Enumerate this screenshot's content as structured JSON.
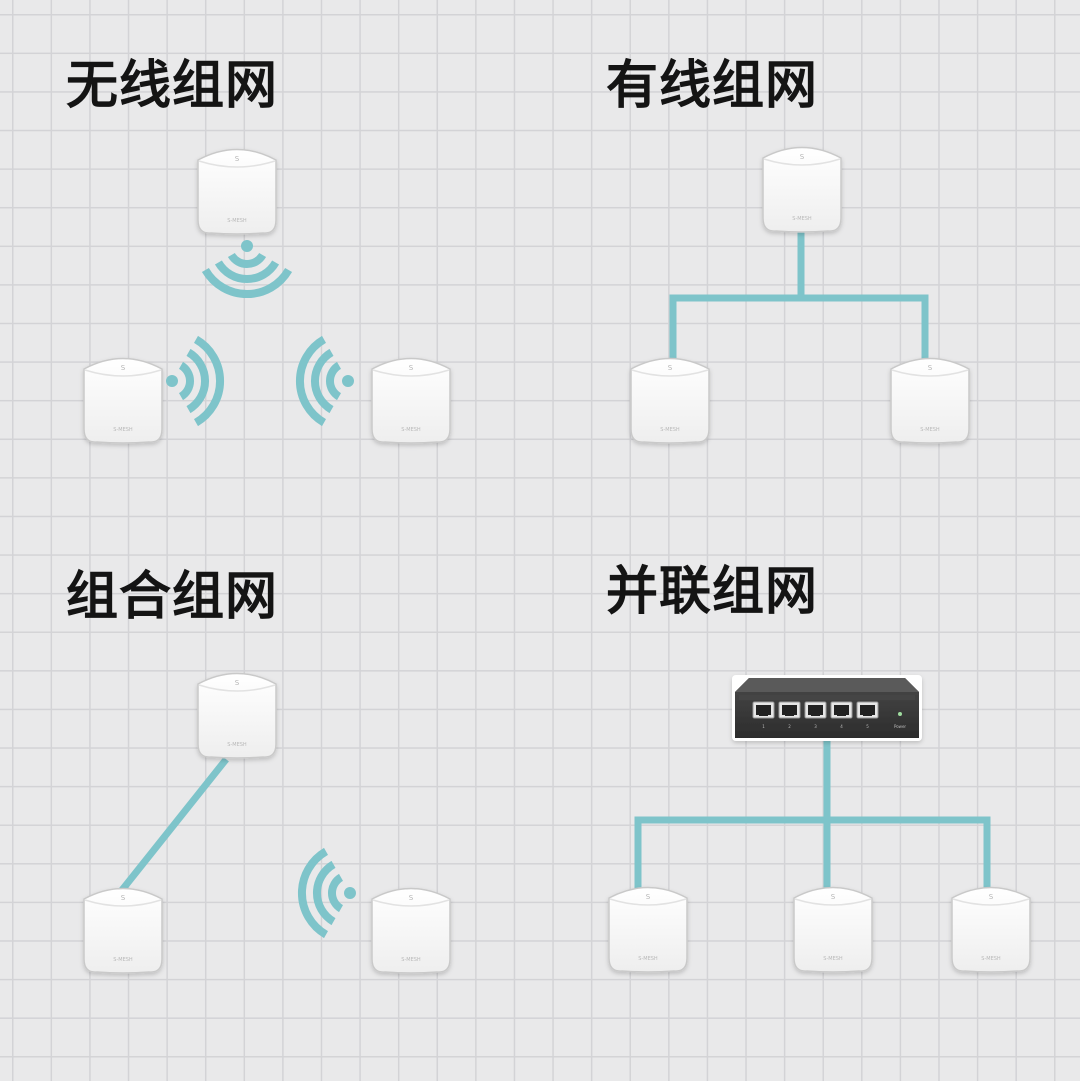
{
  "sections": {
    "wireless": {
      "title": "无线组网"
    },
    "wired": {
      "title": "有线组网"
    },
    "hybrid": {
      "title": "组合组网"
    },
    "parallel": {
      "title": "并联组网"
    }
  },
  "colors": {
    "link": "#7ec4ca",
    "title": "#141414",
    "device_body": "#fbfbfb",
    "switch_body": "#3a3a3a"
  },
  "device": {
    "logo_letter": "S",
    "brand": "S-MESH"
  },
  "switch": {
    "port_numbers": [
      "1",
      "2",
      "3",
      "4",
      "5"
    ],
    "power_label": "Power"
  }
}
